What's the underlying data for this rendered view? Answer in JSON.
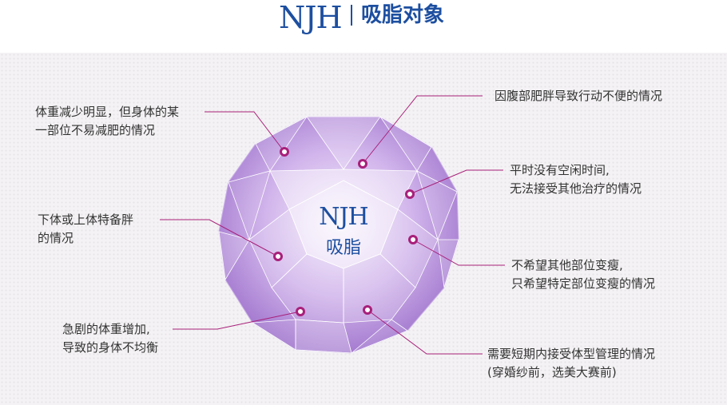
{
  "header": {
    "brand": "NJH",
    "title": "吸脂对象"
  },
  "center": {
    "brand": "NJH",
    "label": "吸脂"
  },
  "callouts": [
    {
      "lines": [
        "体重减少明显，但身体的某",
        "一部位不易减肥的情况"
      ]
    },
    {
      "lines": [
        "下体或上体特备胖",
        "的情况"
      ]
    },
    {
      "lines": [
        "急剧的体重增加,",
        "导致的身体不均衡"
      ]
    },
    {
      "lines": [
        "因腹部肥胖导致行动不便的情况"
      ]
    },
    {
      "lines": [
        "平时没有空闲时间,",
        "无法接受其他治疗的情况"
      ]
    },
    {
      "lines": [
        "不希望其他部位变瘦,",
        "只希望特定部位变瘦的情况"
      ]
    },
    {
      "lines": [
        "需要短期内接受体型管理的情况",
        "(穿婚纱前，选美大赛前)"
      ]
    }
  ],
  "colors": {
    "brand_blue": "#1d4fa0",
    "gem_light": "#e9def6",
    "gem_mid": "#c9a9e6",
    "gem_dark": "#9f72cc",
    "accent_magenta": "#a8207a",
    "text": "#333333"
  }
}
